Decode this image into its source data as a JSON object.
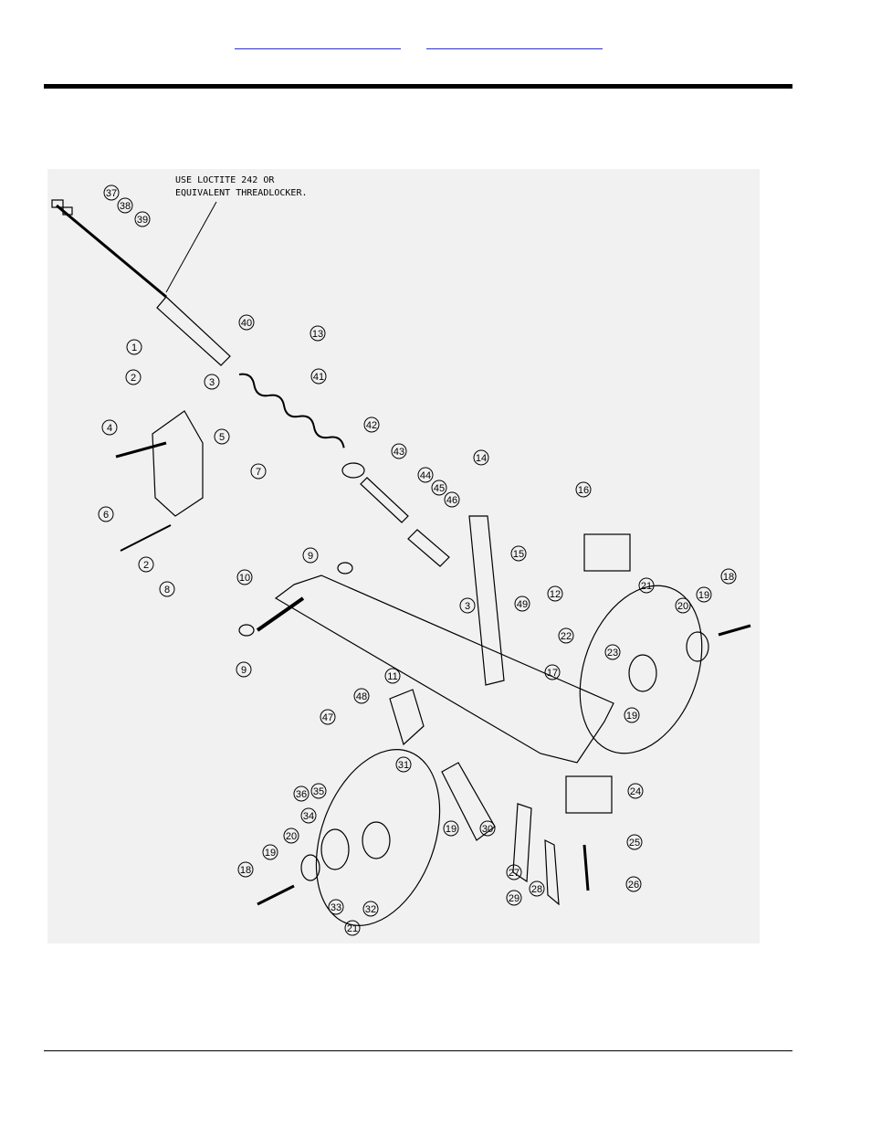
{
  "header": {
    "links": [
      {
        "label": ""
      },
      {
        "label": ""
      }
    ]
  },
  "diagram": {
    "note_lines": [
      "USE LOCTITE 242 OR",
      "EQUIVALENT THREADLOCKER."
    ],
    "callouts": [
      "37",
      "38",
      "39",
      "40",
      "13",
      "1",
      "2",
      "3",
      "41",
      "42",
      "4",
      "5",
      "43",
      "44",
      "45",
      "46",
      "14",
      "16",
      "7",
      "6",
      "9",
      "2",
      "8",
      "15",
      "10",
      "3",
      "49",
      "12",
      "21",
      "18",
      "19",
      "20",
      "22",
      "23",
      "9",
      "11",
      "17",
      "19",
      "48",
      "47",
      "31",
      "30",
      "19",
      "36",
      "35",
      "34",
      "24",
      "20",
      "19",
      "25",
      "27",
      "18",
      "26",
      "28",
      "29",
      "33",
      "32",
      "21"
    ],
    "accent_color": "#000000",
    "link_color": "#2a2aff"
  }
}
